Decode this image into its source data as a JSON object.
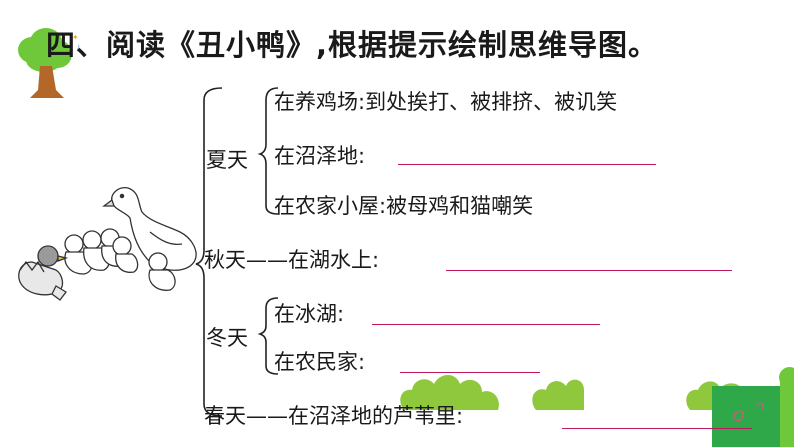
{
  "title": "四、阅读《丑小鸭》,根据提示绘制思维导图。",
  "summer": {
    "label": "夏天",
    "items": [
      "在养鸡场:到处挨打、被排挤、被讥笑",
      "在沼泽地:",
      "在农家小屋:被母鸡和猫嘲笑"
    ]
  },
  "autumn": "秋天——在湖水上:",
  "winter": {
    "label": "冬天",
    "items": [
      "在冰湖:",
      "在农民家:"
    ]
  },
  "spring": "春天——在沼泽地的芦苇里:",
  "colors": {
    "answer_line": "#c0185c",
    "tree_canopy": "#6fc83a",
    "tree_trunk": "#b3682a",
    "bush": "#8fc83c"
  }
}
